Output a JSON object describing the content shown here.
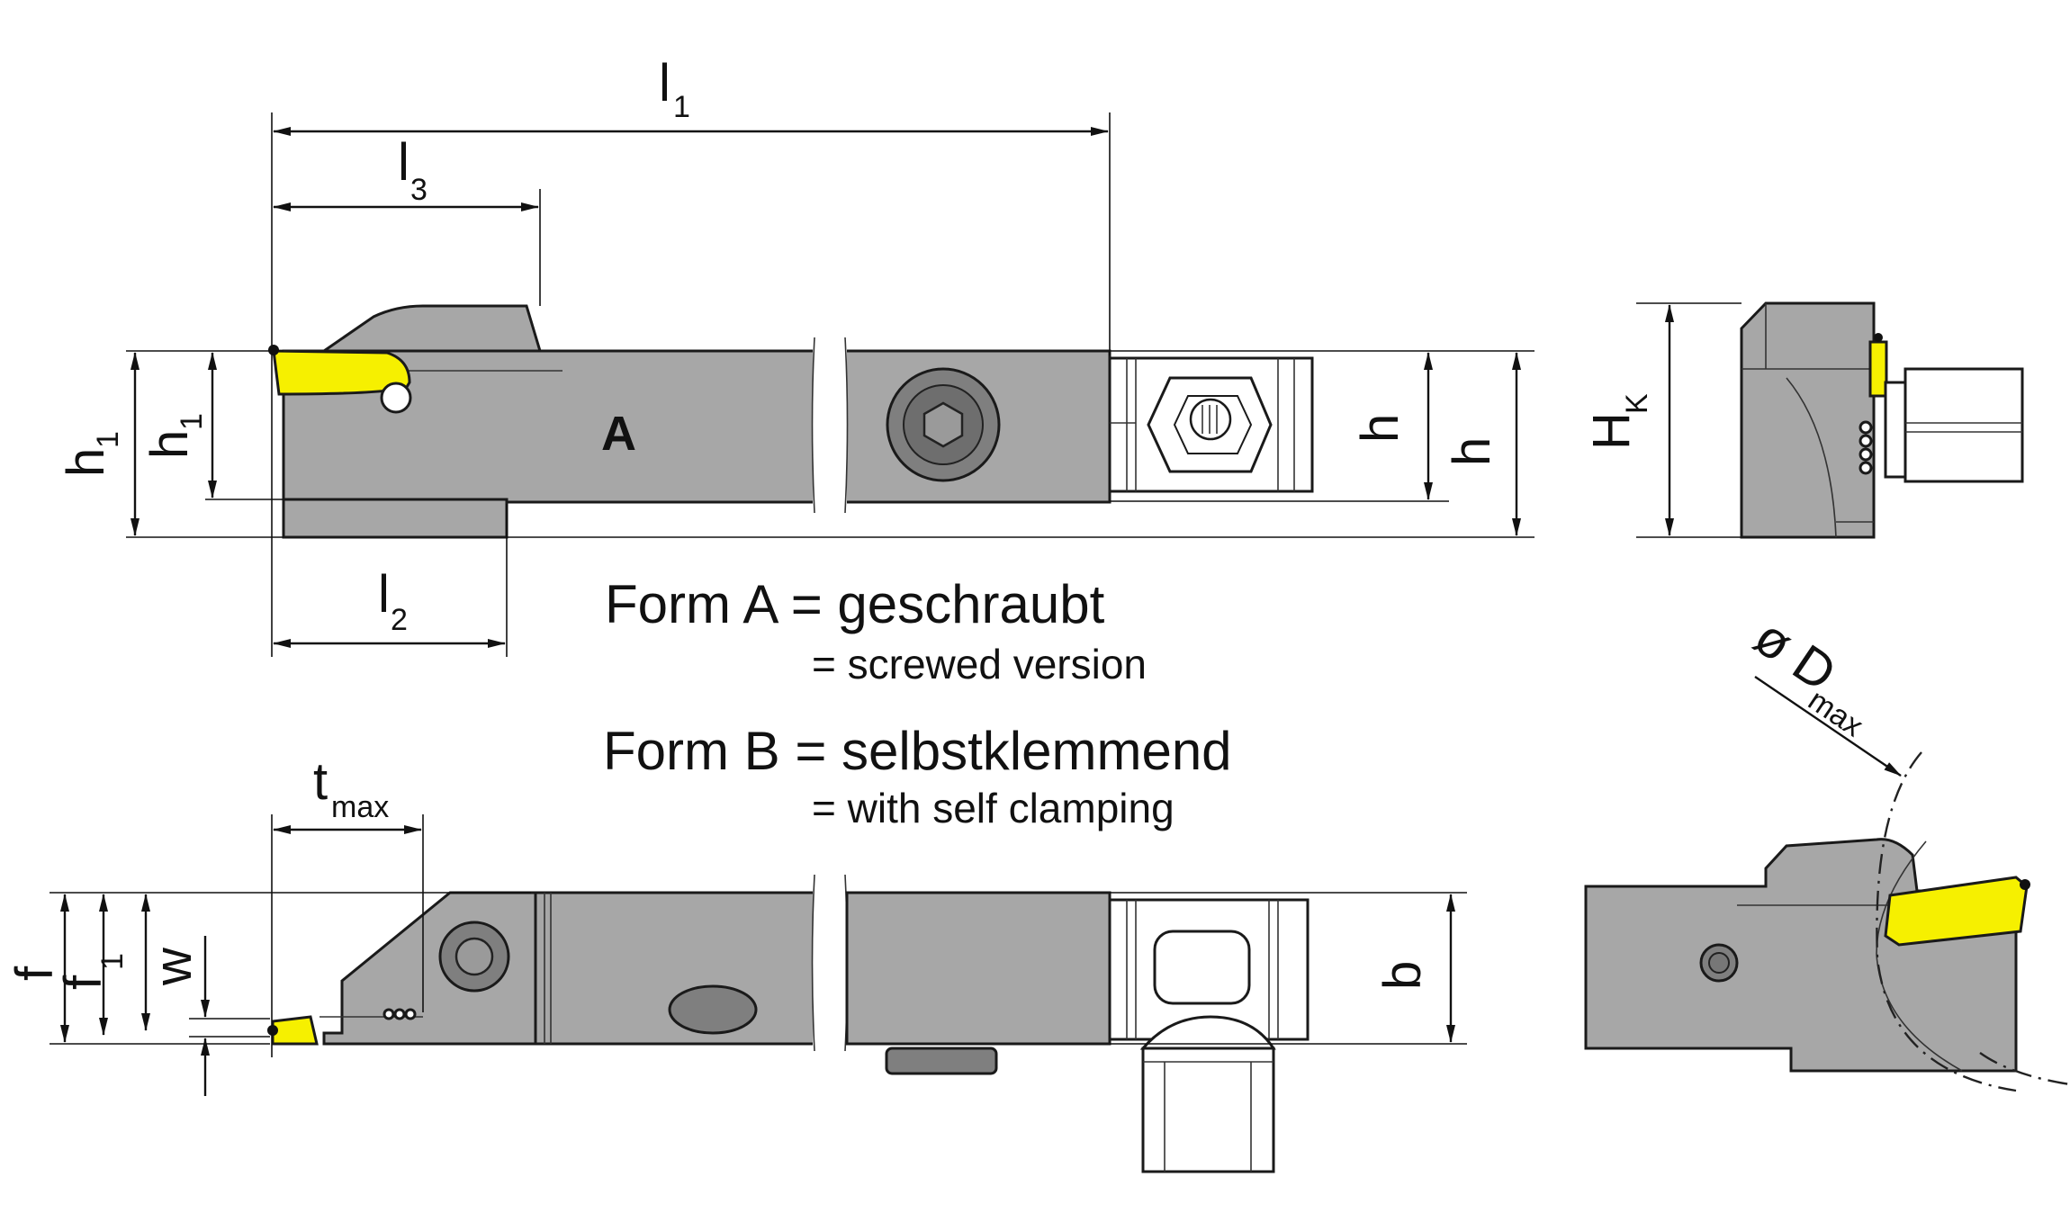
{
  "view_label": "A",
  "dimensions": {
    "l1": {
      "main": "l",
      "sub": "1"
    },
    "l2": {
      "main": "l",
      "sub": "2"
    },
    "l3": {
      "main": "l",
      "sub": "3"
    },
    "h1": {
      "main": "h",
      "sub": "1"
    },
    "h": {
      "main": "h"
    },
    "Hk": {
      "main": "H",
      "sub": "K"
    },
    "tmax": {
      "main": "t",
      "sub": "max"
    },
    "f": {
      "main": "f"
    },
    "f1": {
      "main": "f",
      "sub": "1"
    },
    "w": {
      "main": "w"
    },
    "b": {
      "main": "b"
    },
    "Dmax": {
      "main": "ø D",
      "sub": "max"
    }
  },
  "legend": {
    "form_a": "Form A = geschraubt",
    "form_a_en": "=  screwed version",
    "form_b": "Form B = selbstklemmend",
    "form_b_en": "=  with self clamping"
  },
  "colors": {
    "body": "#a7a7a7",
    "insert": "#f6f000",
    "line": "#1a1a1a"
  }
}
